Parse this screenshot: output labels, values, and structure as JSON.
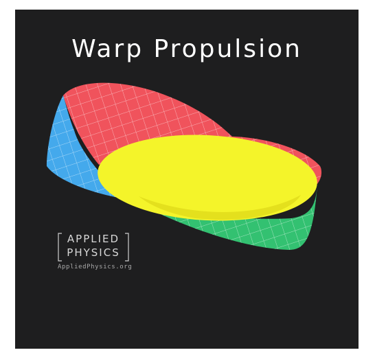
{
  "title": "Warp Propulsion",
  "logo": {
    "line1": "APPLIED",
    "line2": "PHYSICS"
  },
  "website": "AppliedPhysics.org",
  "colors": {
    "background": "#1e1e1f",
    "red_surface": "#f0535c",
    "blue_surface": "#44a9ec",
    "green_surface": "#33c171",
    "yellow_disc": "#f4f42a"
  }
}
